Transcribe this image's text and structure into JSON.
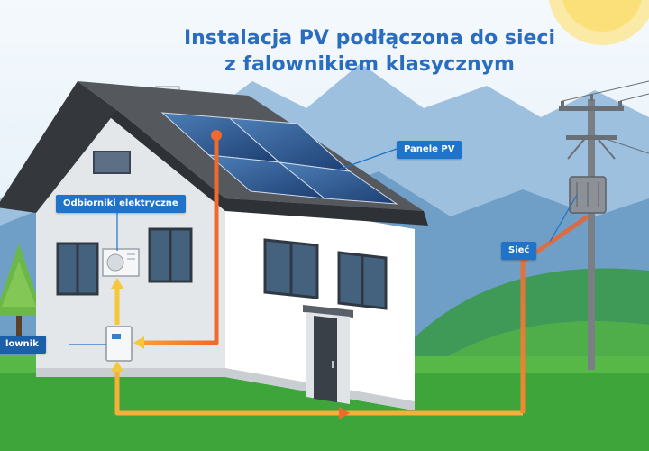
{
  "title": {
    "line1": "Instalacja PV podłączona do sieci",
    "line2": "z falownikiem klasycznym"
  },
  "labels": {
    "panels": "Panele PV",
    "consumers": "Odbiorniki elektryczne",
    "grid": "Sieć",
    "inverter": "lownik"
  },
  "colors": {
    "title": "#2a6cbf",
    "label_bg": "#1f73c8",
    "pv_flow": "#f36f2e",
    "home_flow": "#f5c73a",
    "grass": "#3da53a",
    "sky": "#e7f1f8",
    "mountains": "#6f9fc7",
    "roof": "#4a4e54",
    "wall": "#ffffff"
  }
}
